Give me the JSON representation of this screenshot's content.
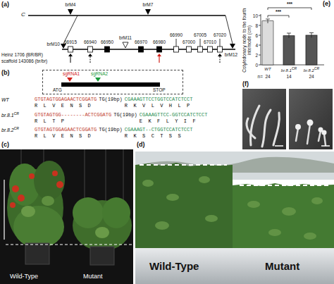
{
  "diagram": {
    "nodes": [
      {
        "text": [
          "sgRNA1",
          "sgRNA2",
          "ATG",
          "STOP"
        ]
      }
    ],
    "labels": [
      "(a)",
      "brM4",
      "brM7",
      "C",
      "brM10",
      "66915",
      "66940",
      "66950",
      "brM11",
      "66970",
      "66980",
      "66990",
      "67000",
      "67005",
      "67010",
      "67020",
      "brM12",
      "Heinz 1706 (BR/BR)",
      "scaffold 143086 (br/br)",
      "(e)",
      "***",
      "***",
      "10",
      "8",
      "6",
      "4",
      "2",
      "0",
      "Cotyledonary node to the fourth internode (cm)",
      "WT",
      "br.8.1",
      "CR",
      "br.8.2",
      "CR",
      "n=",
      "24",
      "14",
      "24",
      "(b)",
      "WT",
      "GTGTAGTGGAGAACTCGGATG",
      "TG(19bp)",
      "CGAAAGTTCCTGGTCCATCTCCT",
      "R  L  V  E  N  S  D",
      "R  K  V  L  V  H  L  P",
      "br.8.1",
      "CR",
      "GTGTAGTGG--------ACTCGGATG",
      "TG(19bp)",
      "CGAAAGTTCC-GGTCCATCTCCT",
      "R  L  T  P",
      "E  K  F  L  Y  I  F",
      "br.8.2",
      "CR",
      "GTGTAGTGGAGAACTCGGATG",
      "TG(19bp)",
      "CGAAAGT--CTGGTCCATCTCCT",
      "R  L  V  E  N  S  D",
      "R  K  S  C  T  S  S",
      "(f)",
      "(c)",
      "Wild-Type",
      "Mutant",
      "(d)",
      "Wild-Type",
      "Mutant"
    ]
  }
}
